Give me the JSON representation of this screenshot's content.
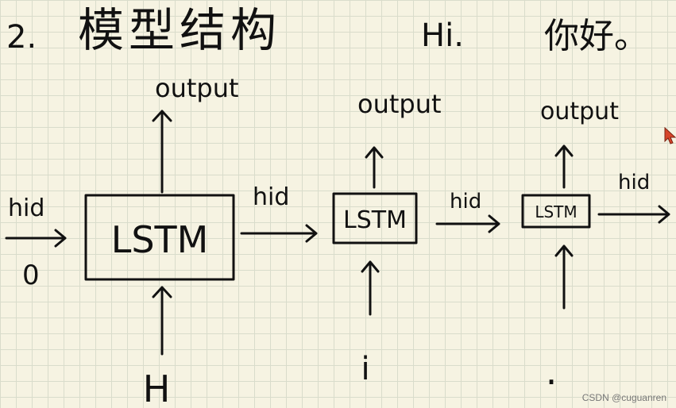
{
  "heading": {
    "number": "2.",
    "title": "模型结构",
    "example_en": "Hi.",
    "example_zh": "你好。"
  },
  "cells": [
    {
      "label": "LSTM",
      "output_label": "output",
      "input_token": "H",
      "hidden_in_label": "hid",
      "hidden_in_value": "0",
      "hidden_out_label": "hid"
    },
    {
      "label": "LSTM",
      "output_label": "output",
      "input_token": "i",
      "hidden_out_label": "hid"
    },
    {
      "label": "LSTM",
      "output_label": "output",
      "input_token": ".",
      "hidden_out_label": "hid"
    }
  ],
  "watermark": "CSDN @cuguanren",
  "colors": {
    "ink": "#111111",
    "paper": "#f6f3e2",
    "grid": "#d9dccb",
    "cursor": "#d6452a"
  }
}
